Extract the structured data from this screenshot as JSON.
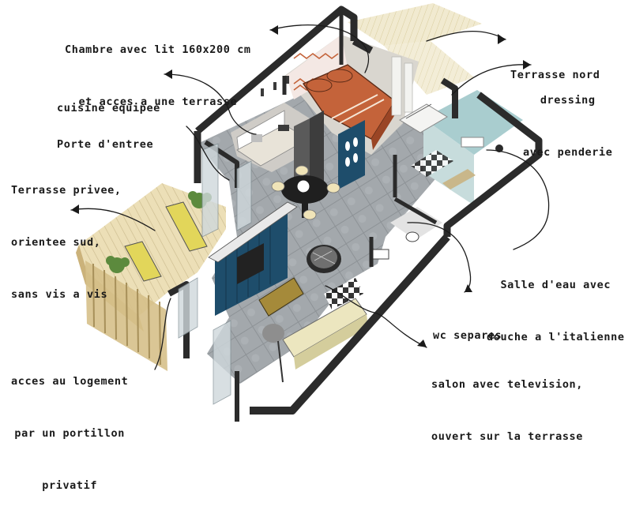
{
  "labels": {
    "chambre": [
      "Chambre avec lit 160x200 cm",
      "et acces a une terrasse"
    ],
    "cuisine": [
      "cuisine equipee"
    ],
    "porte": [
      "Porte d'entree"
    ],
    "terrasse_privee": [
      "Terrasse privee,",
      "orientee sud,",
      "sans vis a vis"
    ],
    "acces": [
      "acces au logement",
      "par un portillon",
      "privatif"
    ],
    "terrasse_nord": [
      "Terrasse nord"
    ],
    "dressing": [
      "dressing",
      "avec penderie"
    ],
    "salle_eau": [
      "Salle d'eau avec",
      "douche a l'italienne"
    ],
    "wc": [
      "wc separes"
    ],
    "salon": [
      "salon avec television,",
      "ouvert sur la terrasse"
    ]
  },
  "colors": {
    "wall": "#2b2b2b",
    "floor_tile": "#9fa4a8",
    "deck": "#e9dcb3",
    "bedspread": "#c4633a",
    "accent_blue": "#1e4d6b",
    "bathroom_wall": "#a9cdcf",
    "grass_terrace": "#ede5c2",
    "text": "#1a1a1a"
  }
}
